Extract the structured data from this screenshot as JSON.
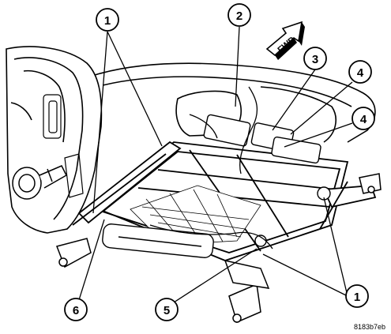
{
  "figure": {
    "reference_code": "8183b7eb",
    "direction_arrow_label": "FWD",
    "callouts": [
      {
        "id": "callout-1-top-left",
        "label": "1"
      },
      {
        "id": "callout-2",
        "label": "2"
      },
      {
        "id": "callout-3",
        "label": "3"
      },
      {
        "id": "callout-4-upper",
        "label": "4"
      },
      {
        "id": "callout-4-lower",
        "label": "4"
      },
      {
        "id": "callout-6",
        "label": "6"
      },
      {
        "id": "callout-5",
        "label": "5"
      },
      {
        "id": "callout-1-bottom-right",
        "label": "1"
      }
    ]
  },
  "colors": {
    "ink": "#000000",
    "paper": "#ffffff",
    "shade": "#d9d9d9"
  }
}
